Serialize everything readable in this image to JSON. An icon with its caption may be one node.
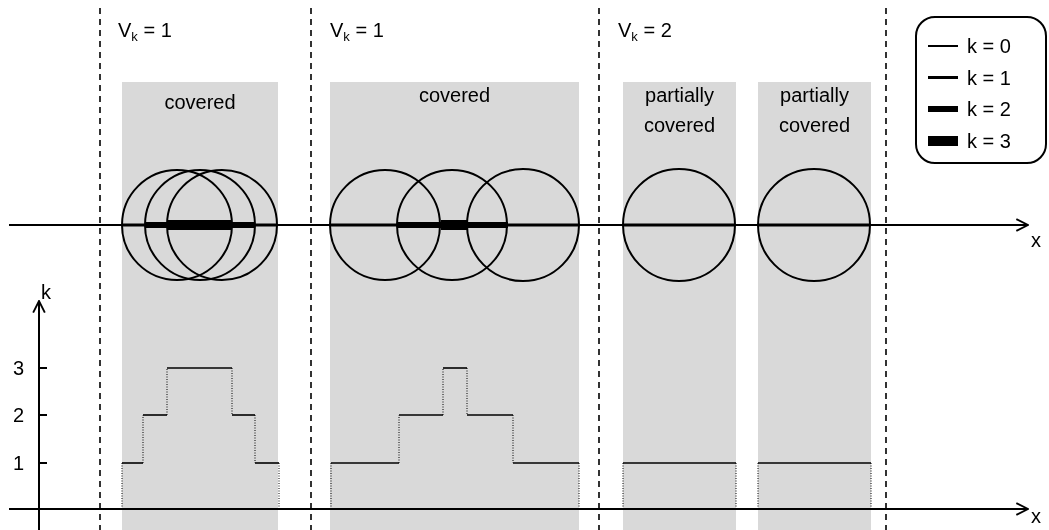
{
  "diagram": {
    "nodes": [
      {
        "text": [
          "covered"
        ]
      },
      {
        "text": [
          "covered"
        ]
      },
      {
        "text": [
          "partially covered"
        ]
      },
      {
        "text": [
          "partially covered"
        ]
      }
    ],
    "labels": [
      "V$_{k}$ = 1",
      "V$_{k}$ = 1",
      "V$_{k}$ = 2",
      "x",
      "k",
      "3",
      "2",
      "1",
      "x"
    ],
    "legend": [
      {
        "text": "k = 0"
      },
      {
        "text": "k = 1"
      },
      {
        "text": "k = 2"
      },
      {
        "text": "k = 3"
      }
    ]
  }
}
